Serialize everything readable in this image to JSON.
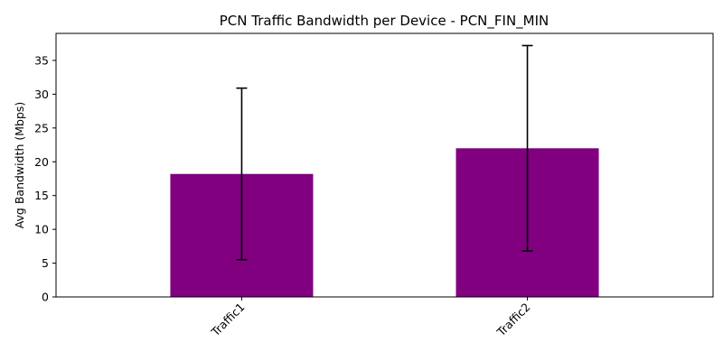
{
  "chart_data": {
    "type": "bar",
    "title": "PCN Traffic Bandwidth per Device - PCN_FIN_MIN",
    "xlabel": "",
    "ylabel": "Avg Bandwidth (Mbps)",
    "categories": [
      "Traffic1",
      "Traffic2"
    ],
    "values": [
      18.2,
      22.0
    ],
    "error": [
      12.7,
      15.2
    ],
    "ylim": [
      0,
      39
    ],
    "yticks": [
      0,
      5,
      10,
      15,
      20,
      25,
      30,
      35
    ],
    "bar_color": "#800080",
    "error_color": "#000000",
    "grid": false,
    "legend": "none",
    "xtick_rotation": 45
  }
}
